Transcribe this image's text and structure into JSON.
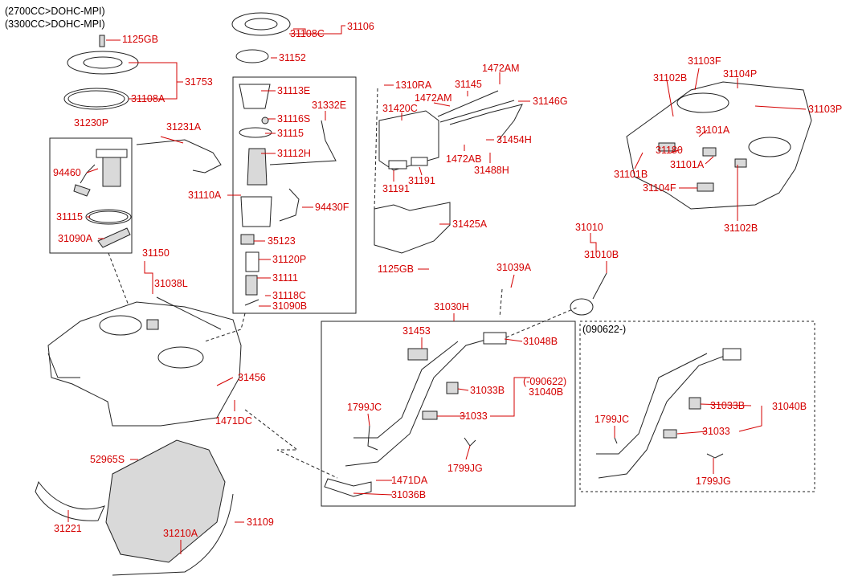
{
  "header": {
    "line1": "(2700CC>DOHC-MPI)",
    "line2": "(3300CC>DOHC-MPI)"
  },
  "variant_label": "(090622-)",
  "parts": {
    "p1125GB_top": "1125GB",
    "p31753": "31753",
    "p31108A": "31108A",
    "p31230P": "31230P",
    "p31231A": "31231A",
    "p94460": "94460",
    "p31115_left": "31115",
    "p31090A": "31090A",
    "p31150": "31150",
    "p31038L": "31038L",
    "p31456": "31456",
    "p1471DC": "1471DC",
    "p52965S": "52965S",
    "p31221": "31221",
    "p31210A": "31210A",
    "p31109": "31109",
    "p31106": "31106",
    "p31108C": "31108C",
    "p31152": "31152",
    "p31113E": "31113E",
    "p31332E": "31332E",
    "p31116S": "31116S",
    "p31115_mid": "31115",
    "p31112H": "31112H",
    "p31110A": "31110A",
    "p94430F": "94430F",
    "p35123": "35123",
    "p31120P": "31120P",
    "p31111": "31111",
    "p31118C": "31118C",
    "p31090B": "31090B",
    "p1310RA": "1310RA",
    "p31145": "31145",
    "p1472AM_a": "1472AM",
    "p1472AM_b": "1472AM",
    "p31420C": "31420C",
    "p31146G": "31146G",
    "p31454H": "31454H",
    "p1472AB": "1472AB",
    "p31488H": "31488H",
    "p31191_a": "31191",
    "p31191_b": "31191",
    "p31425A": "31425A",
    "p1125GB_bot": "1125GB",
    "p31103F": "31103F",
    "p31104P": "31104P",
    "p31102B_a": "31102B",
    "p31103P": "31103P",
    "p31101A_a": "31101A",
    "p31180": "31180",
    "p31101A_b": "31101A",
    "p31101B": "31101B",
    "p31104F": "31104F",
    "p31102B_b": "31102B",
    "p31010": "31010",
    "p31010B": "31010B",
    "p31039A": "31039A",
    "p31030H": "31030H",
    "p31453": "31453",
    "p31048B": "31048B",
    "p090622": "(-090622)",
    "p31033B_a": "31033B",
    "p31040B_a": "31040B",
    "p1799JC_a": "1799JC",
    "p31033_a": "31033",
    "p1799JG_a": "1799JG",
    "p1471DA": "1471DA",
    "p31036B": "31036B",
    "p31033B_b": "31033B",
    "p31040B_b": "31040B",
    "p1799JC_b": "1799JC",
    "p31033_b": "31033",
    "p1799JG_b": "1799JG"
  }
}
